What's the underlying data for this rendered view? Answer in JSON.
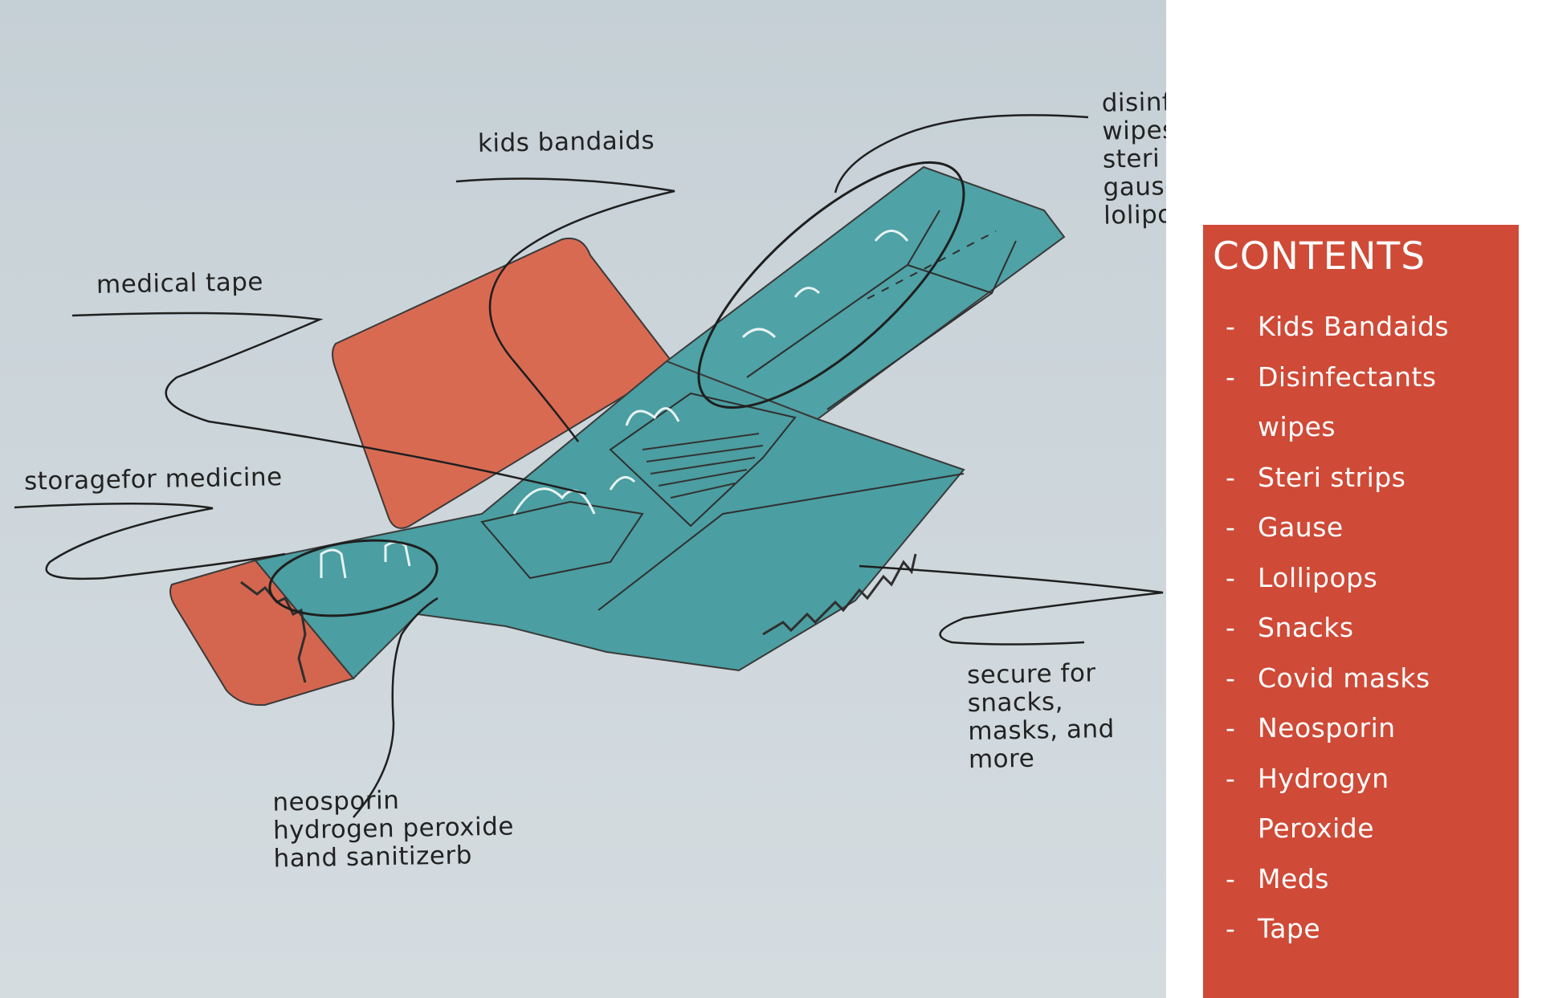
{
  "annotations": {
    "kids_bandaids": "kids bandaids",
    "medical_tape": "medical tape",
    "storage_for_medicine": "storagefor medicine",
    "wipes_strips": "disinfectand wipes\nsteri strips\ngause\nlolipop",
    "secure_snacks": "secure for snacks,\nmasks, and more",
    "neosporin_group": "neosporin\nhydrogen peroxide\nhand sanitizerb"
  },
  "contents": {
    "title": "CONTENTS",
    "bullet": "-",
    "items": [
      "Kids Bandaids",
      "Disinfectants wipes",
      "Steri strips",
      "Gause",
      "Lollipops",
      "Snacks",
      "Covid masks",
      "Neosporin",
      "Hydrogyn Peroxide",
      "Meds",
      "Tape"
    ]
  },
  "colors": {
    "teal": "#4fa2a5",
    "coral": "#d96a52",
    "panel": "#cf4a37",
    "ink": "#222222"
  }
}
